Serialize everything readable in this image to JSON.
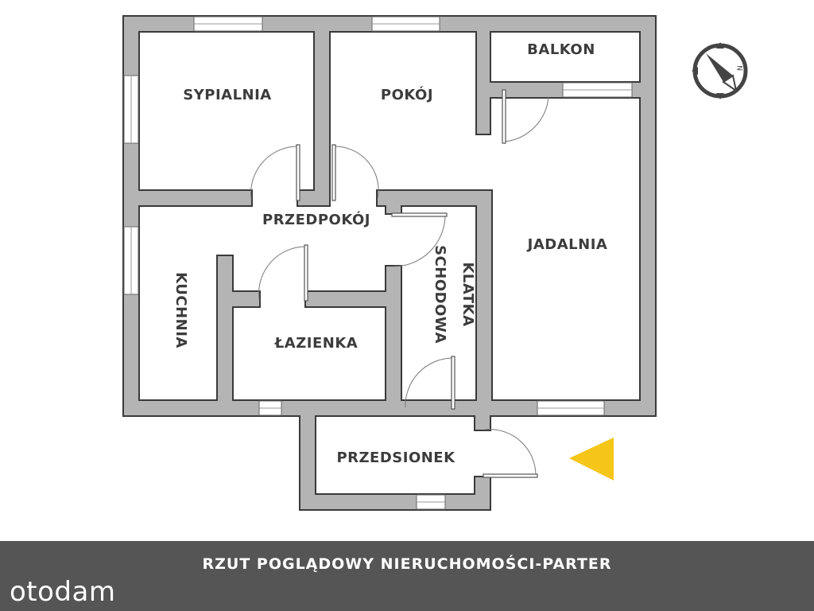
{
  "rooms": {
    "sypialnia": "SYPIALNIA",
    "pokoj": "POKÓJ",
    "balkon": "BALKON",
    "przedpokoj": "PRZEDPOKÓJ",
    "jadalnia": "JADALNIA",
    "klatka_1": "KLATKA",
    "klatka_2": "SCHODOWA",
    "kuchnia": "KUCHNIA",
    "lazienka": "ŁAZIENKA",
    "przedsionek": "PRZEDSIONEK"
  },
  "compass_icon": "compass-north-icon",
  "compass_letter": "N",
  "entrance_marker_color": "#f5c518",
  "footer": {
    "caption": "RZUT POGLĄDOWY NIERUCHOMOŚCI-PARTER",
    "logo": "otodam"
  },
  "colors": {
    "wall_fill": "#b4b4b4",
    "wall_stroke": "#3a3a3a",
    "footer_bg": "#555555"
  }
}
